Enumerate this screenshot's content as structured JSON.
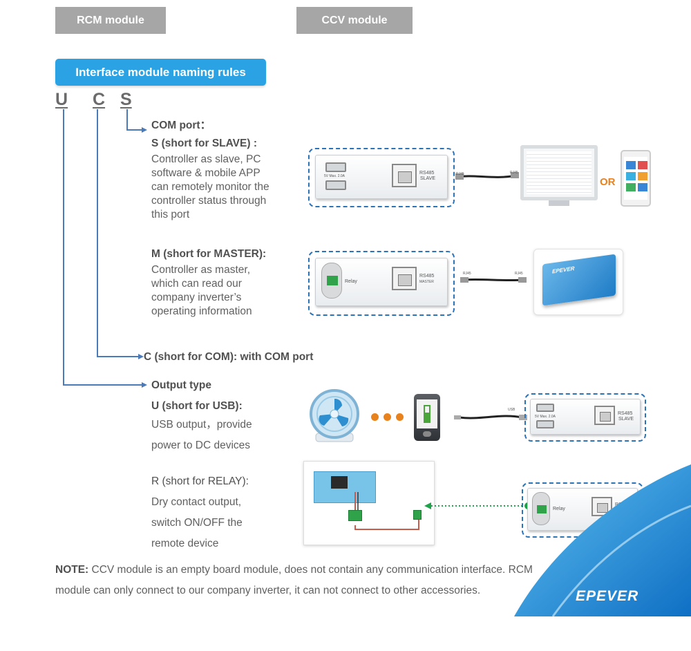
{
  "tabs": {
    "rcm": "RCM module",
    "ccv": "CCV module"
  },
  "banner": "Interface module naming rules",
  "letters": {
    "u": "U",
    "c": "C",
    "s": "S"
  },
  "com_port": {
    "heading": "COM port：",
    "slave_title": "S (short for SLAVE) :",
    "slave_lines": [
      "Controller as slave, PC",
      "software & mobile APP",
      "can remotely monitor the",
      "controller status through",
      "this port"
    ],
    "master_title": "M (short for MASTER):",
    "master_lines": [
      "Controller as master,",
      "which can read our",
      "company inverter’s",
      "operating information"
    ]
  },
  "c_line": "C (short for COM): with COM port",
  "output": {
    "heading": "Output type",
    "usb_title": "U (short for USB):",
    "usb_lines": [
      "USB output，provide",
      "power to DC devices"
    ],
    "relay_title": "R (short for RELAY):",
    "relay_lines": [
      "Dry contact output,",
      "switch ON/OFF the",
      "remote device"
    ]
  },
  "module_labels": {
    "rs485": "RS485",
    "slave": "SLAVE",
    "master": "MASTER",
    "relay": "Relay",
    "usb_rating": "5V Max. 2.0A",
    "rj45": "RJ45",
    "usb": "USB"
  },
  "or_text": "OR",
  "brand": "EPEVER",
  "note": {
    "label": "NOTE:",
    "line1": " CCV module is an empty board module, does not contain any communication interface. RCM",
    "line2": "module can only connect to our company inverter, it can not connect to other accessories."
  },
  "colors": {
    "connector": "#4a7ab8",
    "banner": "#2aa2e3",
    "tab": "#a6a6a6",
    "dash": "#2b73b8",
    "brand_blue": "#1e7fd0",
    "dots": "#e8821e",
    "arrow_green": "#1fa34a"
  }
}
